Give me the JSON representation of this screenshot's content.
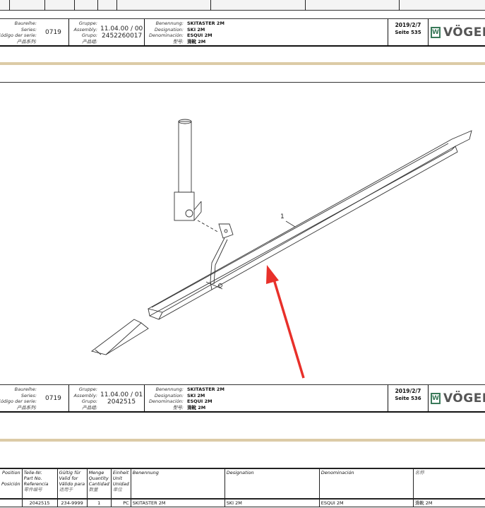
{
  "headers": [
    {
      "series_labels": [
        "Baureihe:",
        "Series:",
        "Código der serie:",
        "产品系列:"
      ],
      "series": "0719",
      "assembly_labels": [
        "Gruppe:",
        "Assembly:",
        "Grupo:",
        "产品组:"
      ],
      "assembly": "11.04.00 / 00",
      "group": "2452260017",
      "name_labels": [
        "Benennung:",
        "Designation:",
        "Denominación:",
        "型号:"
      ],
      "names": [
        "SKITASTER 2M",
        "SKI 2M",
        "ESQUI 2M",
        "滑靴 2M"
      ],
      "date": "2019/2/7",
      "page": "Seite 535",
      "logo_mark": "W",
      "logo_text": "VÖGEL"
    },
    {
      "series_labels": [
        "Baureihe:",
        "Series:",
        "Código der serie:",
        "产品系列:"
      ],
      "series": "0719",
      "assembly_labels": [
        "Gruppe:",
        "Assembly:",
        "Grupo:",
        "产品组:"
      ],
      "assembly": "11.04.00 / 01",
      "group": "2042515",
      "name_labels": [
        "Benennung:",
        "Designation:",
        "Denominación:",
        "型号:"
      ],
      "names": [
        "SKITASTER 2M",
        "SKI 2M",
        "ESQUI 2M",
        "滑靴 2M"
      ],
      "date": "2019/2/7",
      "page": "Seite 536",
      "logo_mark": "W",
      "logo_text": "VÖGEL"
    }
  ],
  "drawing": {
    "callout": "1",
    "arrow_color": "#e8302a"
  },
  "parts_table": {
    "columns": [
      [
        "Position",
        "Posición"
      ],
      [
        "Teile-Nr.",
        "Part No.",
        "Referencia",
        "零件编号"
      ],
      [
        "Gültig für",
        "Valid for",
        "Válido para",
        "适用于"
      ],
      [
        "Menge",
        "Quantity",
        "Cantidad",
        "数量"
      ],
      [
        "Einheit",
        "Unit",
        "Unidad",
        "单位"
      ],
      [
        "Benennung"
      ],
      [
        "Designation"
      ],
      [
        "Denominación"
      ],
      [
        "名称"
      ]
    ],
    "rows": [
      [
        "",
        "2042515",
        "234-9999",
        "1",
        "PC",
        "SKITASTER 2M",
        "SKI 2M",
        "ESQUI 2M",
        "滑靴 2M"
      ]
    ]
  }
}
